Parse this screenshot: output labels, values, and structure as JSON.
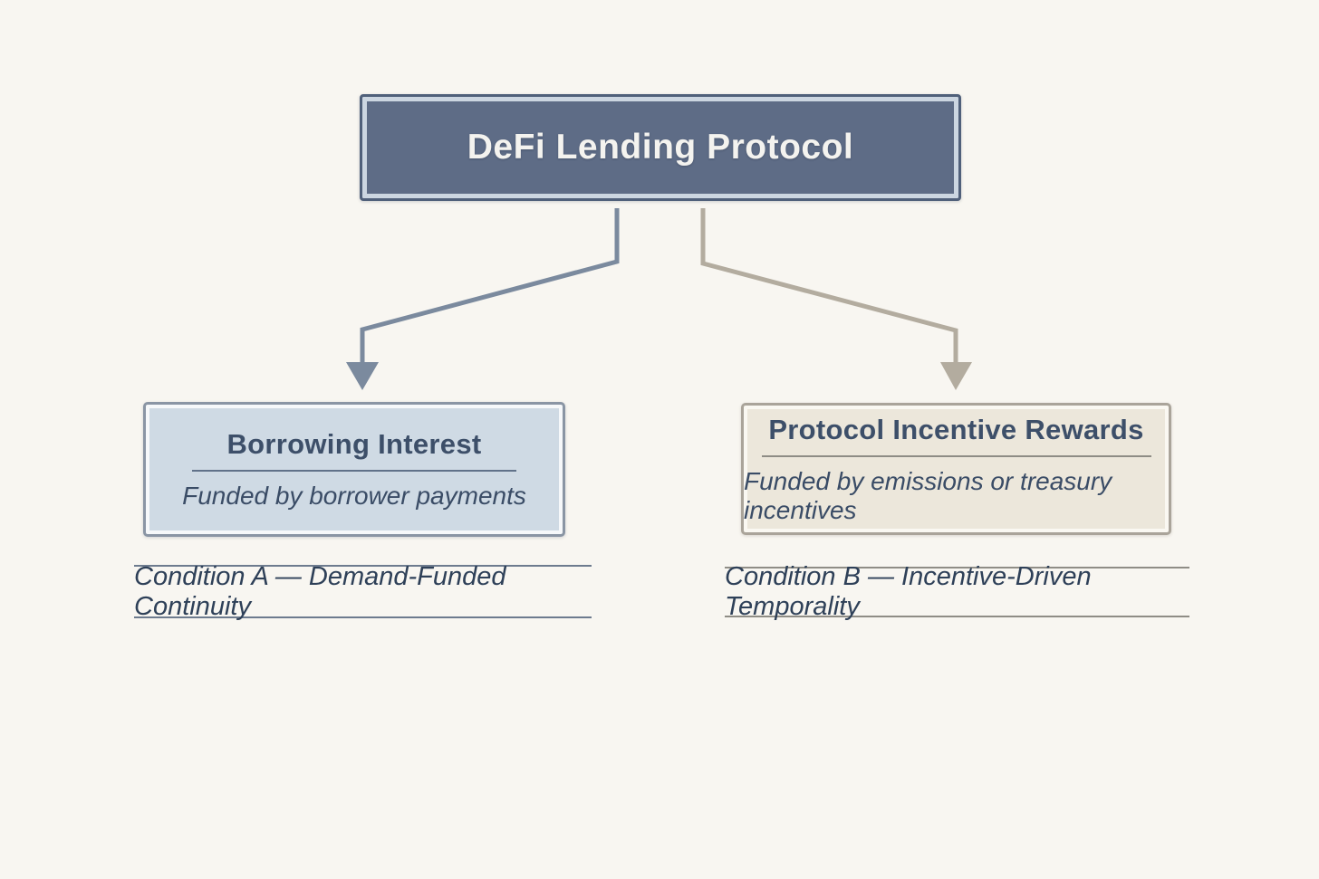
{
  "diagram": {
    "root": {
      "title": "DeFi Lending Protocol",
      "fill": "#5e6c86",
      "border_color": "#50607a",
      "inner_line_color": "#ccd6e1",
      "text_color": "#f4f3ef"
    },
    "branches": [
      {
        "id": "borrowing-interest",
        "title": "Borrowing Interest",
        "subtitle": "Funded by borrower payments",
        "condition": "Condition A — Demand-Funded Continuity",
        "box_fill": "#cfdae4",
        "box_border": "#8a95a4",
        "arrow_color": "#7b8a9e",
        "condition_line_color": "#6d7b8e"
      },
      {
        "id": "protocol-incentive-rewards",
        "title": "Protocol Incentive Rewards",
        "subtitle": "Funded by emissions or treasury incentives",
        "condition": "Condition B — Incentive-Driven Temporality",
        "box_fill": "#ece7db",
        "box_border": "#aaa49a",
        "arrow_color": "#b3ac9f",
        "condition_line_color": "#8f8d86"
      }
    ],
    "colors": {
      "background": "#f8f6f1",
      "heading_text": "#3d4f69",
      "subtitle_text": "#3a4c66",
      "condition_text": "#2e4058"
    }
  }
}
